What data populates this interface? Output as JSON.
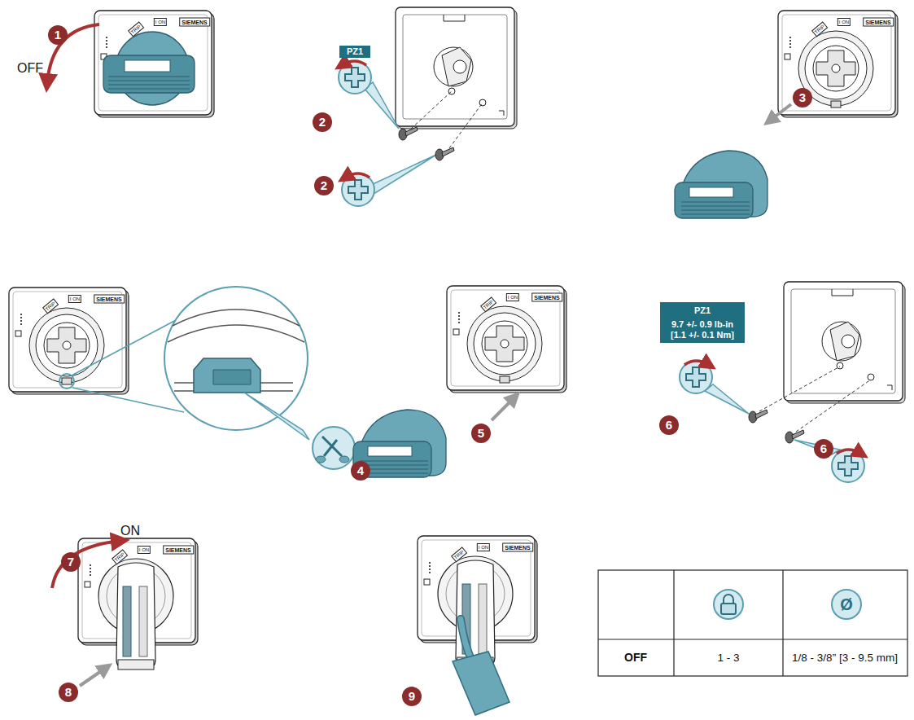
{
  "diagram": {
    "labels": [
      "1",
      "OFF",
      "SIEMENS",
      "TRIP",
      "I ON",
      "PZ1",
      "2",
      "2",
      "SIEMENS",
      "TRIP",
      "I ON",
      "3",
      "SIEMENS",
      "TRIP",
      "I ON",
      "4",
      "SIEMENS",
      "TRIP",
      "I ON",
      "5",
      "PZ1",
      "9.7 +/- 0.9 lb-in [1.1 +/- 0.1 Nm]",
      "6",
      "6",
      "ON",
      "7",
      "8",
      "SIEMENS",
      "TRIP",
      "I ON",
      "SIEMENS",
      "TRIP",
      "I ON",
      "9",
      "Ø",
      "OFF",
      "1 - 3",
      "1/8 - 3/8” [3 - 9.5 mm]"
    ]
  }
}
